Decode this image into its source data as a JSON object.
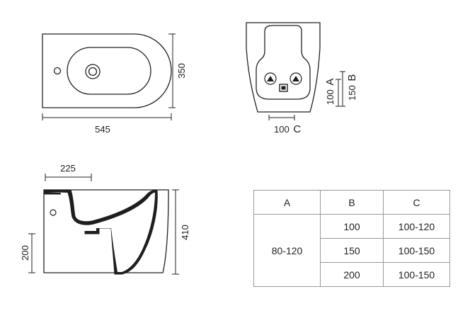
{
  "top_view": {
    "width_label": "545",
    "depth_label": "350"
  },
  "front_view": {
    "a_label": "100",
    "a_letter": "A",
    "b_label": "150",
    "b_letter": "B",
    "c_label": "100",
    "c_letter": "C"
  },
  "side_view": {
    "offset_label": "225",
    "height_label": "410",
    "inlet_height_label": "200"
  },
  "spec_table": {
    "headers": [
      "A",
      "B",
      "C"
    ],
    "a_value": "80-120",
    "rows": [
      {
        "b": "100",
        "c": "100-120"
      },
      {
        "b": "150",
        "c": "100-150"
      },
      {
        "b": "200",
        "c": "100-150"
      }
    ]
  },
  "colors": {
    "line": "#222222",
    "fill": "#1e1e1e",
    "table_border": "#9a9a9a"
  }
}
